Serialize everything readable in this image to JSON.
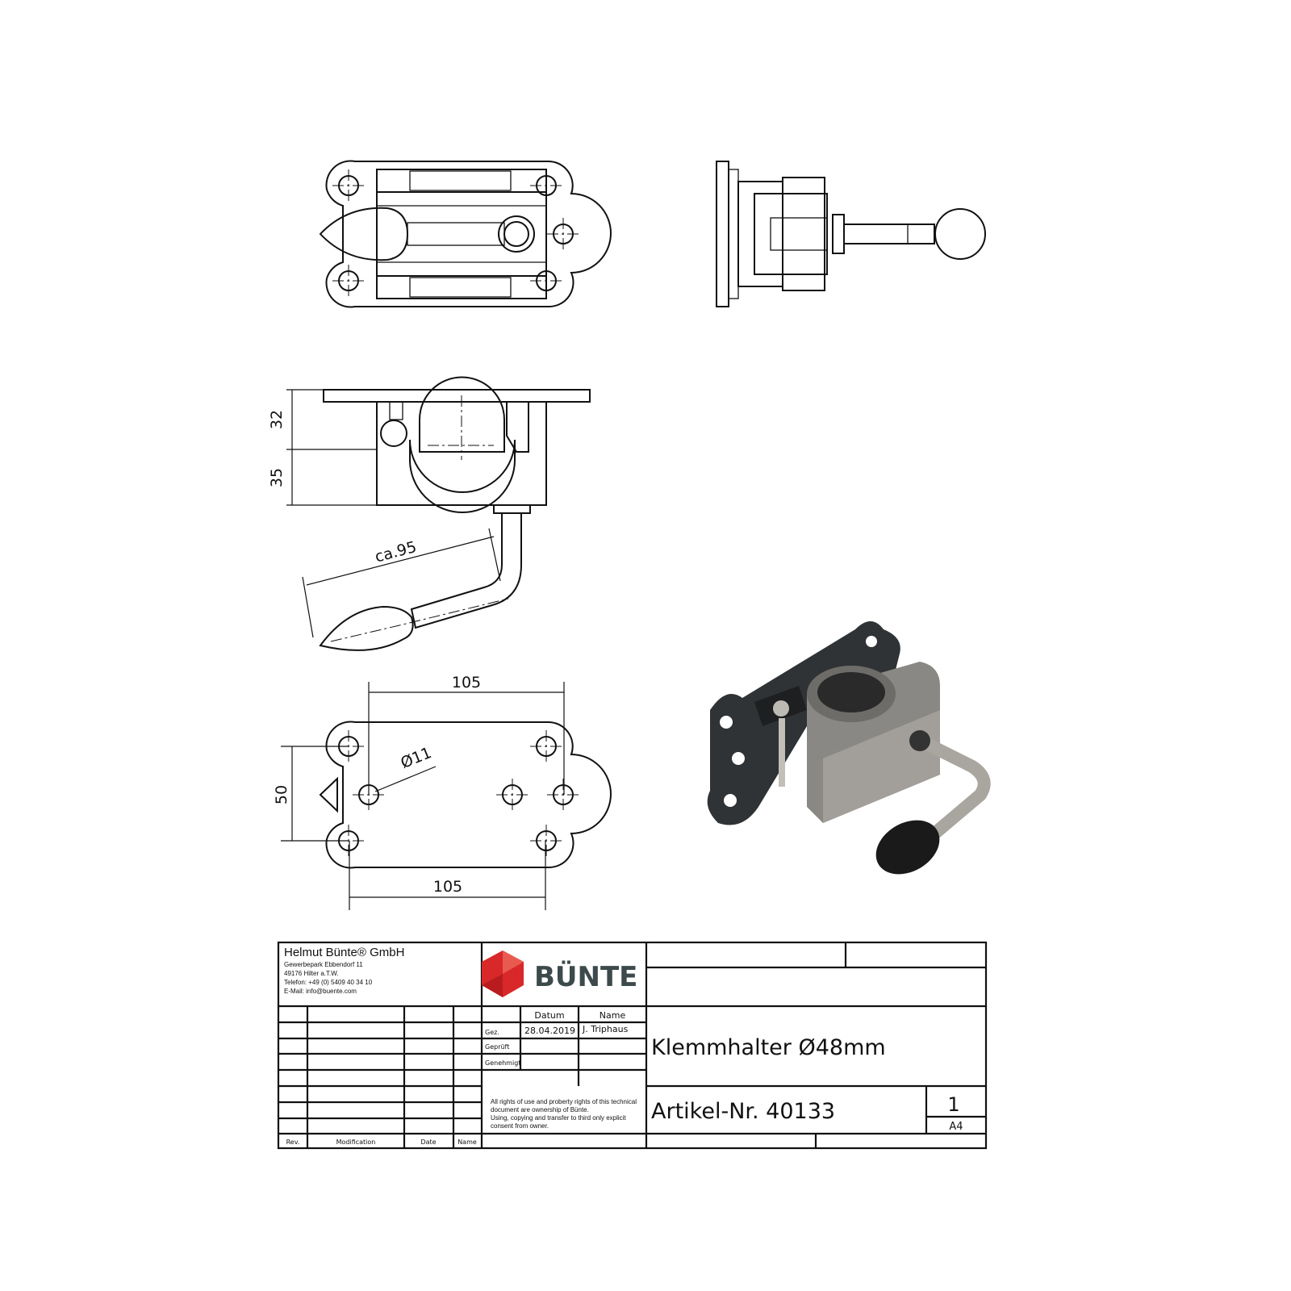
{
  "dimensions": {
    "height_top": "32",
    "height_bottom": "35",
    "handle_length": "ca.95",
    "width_top": "105",
    "width_bottom": "105",
    "hole_diameter": "Ø11",
    "height_holes": "50"
  },
  "title_block": {
    "company": {
      "name": "Helmut Bünte® GmbH",
      "address1": "Gewerbepark Ebbendorf 11",
      "address2": "49176 Hilter a.T.W.",
      "phone": "Telefon: +49 (0) 5409 40 34 10",
      "email": "E-Mail: info@buente.com"
    },
    "logo_text": "BÜNTE",
    "logo_colors": {
      "red": "#d8282a",
      "gray": "#3d4a4c"
    },
    "revision_headers": [
      "Rev.",
      "Modification",
      "Date",
      "Name"
    ],
    "approval": {
      "datum_header": "Datum",
      "name_header": "Name",
      "rows": [
        {
          "label": "Gez.",
          "date": "28.04.2019",
          "name": "J. Triphaus"
        },
        {
          "label": "Geprüft",
          "date": "",
          "name": ""
        },
        {
          "label": "Genehmigt",
          "date": "",
          "name": ""
        }
      ]
    },
    "rights_notice": [
      "All rights of use and proberty rights of this technical",
      "document are ownership of Bünte.",
      "Using, copying and transfer to third only explicit",
      "consent from owner."
    ],
    "title": "Klemmhalter Ø48mm",
    "article": "Artikel-Nr. 40133",
    "sheet": "1",
    "format": "A4"
  }
}
